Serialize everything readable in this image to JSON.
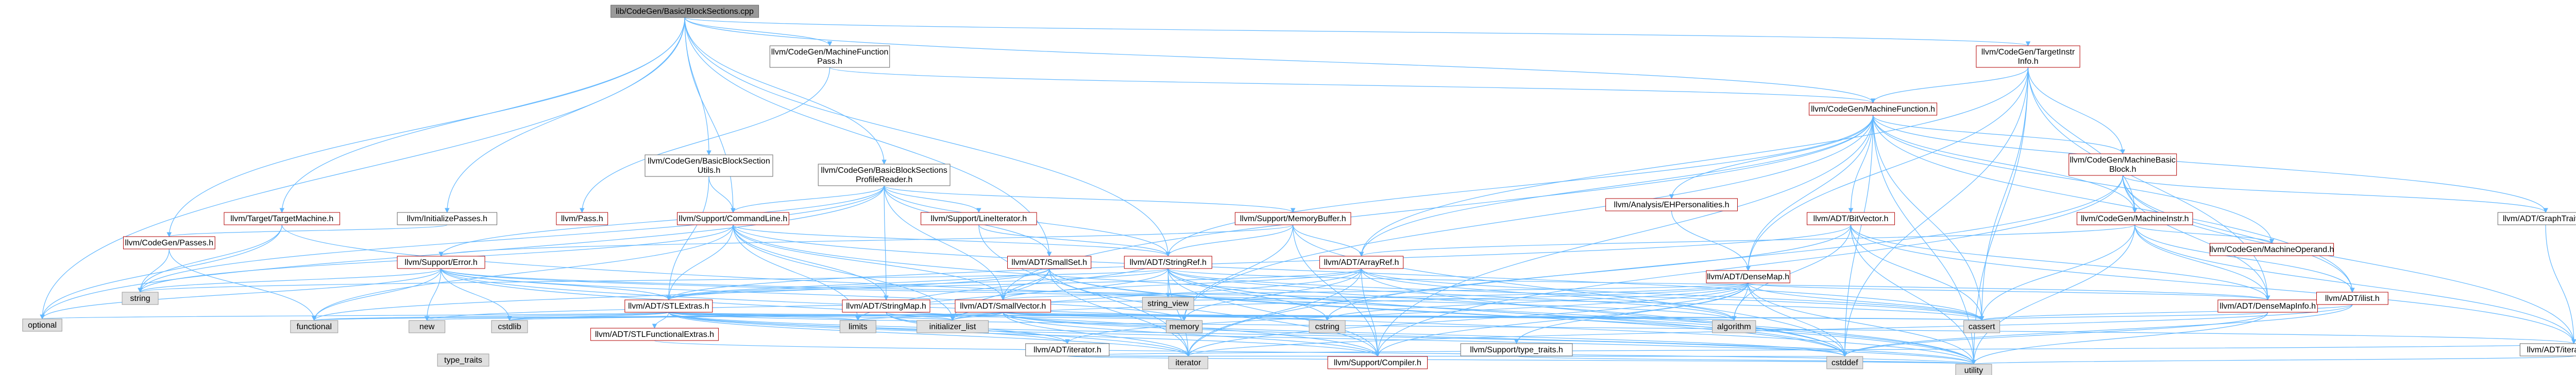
{
  "colors": {
    "root_fill": "#999999",
    "root_border": "#666666",
    "internal_border": "#b20000",
    "plain_border": "#666666",
    "system_fill": "#e0e0e0",
    "system_border": "#999999",
    "edge": "#63b8ff",
    "edge_alt": "#5a9bd5"
  },
  "nodes": [
    {
      "id": "root",
      "lines": [
        "lib/CodeGen/Basic/BlockSections.cpp"
      ],
      "kind": "root"
    },
    {
      "id": "mfp",
      "lines": [
        "llvm/CodeGen/MachineFunction",
        "Pass.h"
      ],
      "kind": "plain"
    },
    {
      "id": "tli",
      "lines": [
        "llvm/CodeGen/TargetInstr",
        "Info.h"
      ],
      "kind": "internal"
    },
    {
      "id": "mf",
      "lines": [
        "llvm/CodeGen/MachineFunction.h"
      ],
      "kind": "internal"
    },
    {
      "id": "bbsu",
      "lines": [
        "llvm/CodeGen/BasicBlockSection",
        "Utils.h"
      ],
      "kind": "plain"
    },
    {
      "id": "bbspr",
      "lines": [
        "llvm/CodeGen/BasicBlockSections",
        "ProfileReader.h"
      ],
      "kind": "plain"
    },
    {
      "id": "aeh",
      "lines": [
        "llvm/Analysis/EHPersonalities.h"
      ],
      "kind": "internal"
    },
    {
      "id": "mbb",
      "lines": [
        "llvm/CodeGen/MachineBasic",
        "Block.h"
      ],
      "kind": "internal"
    },
    {
      "id": "tm",
      "lines": [
        "llvm/Target/TargetMachine.h"
      ],
      "kind": "internal"
    },
    {
      "id": "ip",
      "lines": [
        "llvm/InitializePasses.h"
      ],
      "kind": "plain"
    },
    {
      "id": "pass",
      "lines": [
        "llvm/Pass.h"
      ],
      "kind": "internal"
    },
    {
      "id": "cl",
      "lines": [
        "llvm/Support/CommandLine.h"
      ],
      "kind": "internal"
    },
    {
      "id": "li",
      "lines": [
        "llvm/Support/LineIterator.h"
      ],
      "kind": "internal"
    },
    {
      "id": "mb",
      "lines": [
        "llvm/Support/MemoryBuffer.h"
      ],
      "kind": "internal"
    },
    {
      "id": "bv",
      "lines": [
        "llvm/ADT/BitVector.h"
      ],
      "kind": "internal"
    },
    {
      "id": "mi",
      "lines": [
        "llvm/CodeGen/MachineInstr.h"
      ],
      "kind": "internal"
    },
    {
      "id": "gt",
      "lines": [
        "llvm/ADT/GraphTraits.h"
      ],
      "kind": "plain"
    },
    {
      "id": "cgp",
      "lines": [
        "llvm/CodeGen/Passes.h"
      ],
      "kind": "internal"
    },
    {
      "id": "err",
      "lines": [
        "llvm/Support/Error.h"
      ],
      "kind": "internal"
    },
    {
      "id": "sset",
      "lines": [
        "llvm/ADT/SmallSet.h"
      ],
      "kind": "internal"
    },
    {
      "id": "sref",
      "lines": [
        "llvm/ADT/StringRef.h"
      ],
      "kind": "internal"
    },
    {
      "id": "aref",
      "lines": [
        "llvm/ADT/ArrayRef.h"
      ],
      "kind": "internal"
    },
    {
      "id": "dmap",
      "lines": [
        "llvm/ADT/DenseMap.h"
      ],
      "kind": "internal"
    },
    {
      "id": "mop",
      "lines": [
        "llvm/CodeGen/MachineOperand.h"
      ],
      "kind": "internal"
    },
    {
      "id": "string",
      "lines": [
        "string"
      ],
      "kind": "system"
    },
    {
      "id": "svw",
      "lines": [
        "string_view"
      ],
      "kind": "system"
    },
    {
      "id": "ste",
      "lines": [
        "llvm/ADT/STLExtras.h"
      ],
      "kind": "internal"
    },
    {
      "id": "smap",
      "lines": [
        "llvm/ADT/StringMap.h"
      ],
      "kind": "internal"
    },
    {
      "id": "svec",
      "lines": [
        "llvm/ADT/SmallVector.h"
      ],
      "kind": "internal"
    },
    {
      "id": "dmi",
      "lines": [
        "llvm/ADT/DenseMapInfo.h"
      ],
      "kind": "internal"
    },
    {
      "id": "ilist",
      "lines": [
        "llvm/ADT/ilist.h"
      ],
      "kind": "internal"
    },
    {
      "id": "optional",
      "lines": [
        "optional"
      ],
      "kind": "system"
    },
    {
      "id": "functional",
      "lines": [
        "functional"
      ],
      "kind": "system"
    },
    {
      "id": "new",
      "lines": [
        "new"
      ],
      "kind": "system"
    },
    {
      "id": "cstdlib",
      "lines": [
        "cstdlib"
      ],
      "kind": "system"
    },
    {
      "id": "stlfe",
      "lines": [
        "llvm/ADT/STLFunctionalExtras.h"
      ],
      "kind": "internal"
    },
    {
      "id": "limits",
      "lines": [
        "limits"
      ],
      "kind": "system"
    },
    {
      "id": "initl",
      "lines": [
        "initializer_list"
      ],
      "kind": "system"
    },
    {
      "id": "memory",
      "lines": [
        "memory"
      ],
      "kind": "system"
    },
    {
      "id": "adtit",
      "lines": [
        "llvm/ADT/iterator.h"
      ],
      "kind": "plain"
    },
    {
      "id": "cstring",
      "lines": [
        "cstring"
      ],
      "kind": "system"
    },
    {
      "id": "stt",
      "lines": [
        "llvm/Support/type_traits.h"
      ],
      "kind": "plain"
    },
    {
      "id": "algo",
      "lines": [
        "algorithm"
      ],
      "kind": "system"
    },
    {
      "id": "cassert",
      "lines": [
        "cassert"
      ],
      "kind": "system"
    },
    {
      "id": "itr",
      "lines": [
        "llvm/ADT/iterator_range.h"
      ],
      "kind": "plain"
    },
    {
      "id": "typet",
      "lines": [
        "type_traits"
      ],
      "kind": "system"
    },
    {
      "id": "iterator",
      "lines": [
        "iterator"
      ],
      "kind": "system"
    },
    {
      "id": "compiler",
      "lines": [
        "llvm/Support/Compiler.h"
      ],
      "kind": "internal"
    },
    {
      "id": "cstddef",
      "lines": [
        "cstddef"
      ],
      "kind": "system"
    },
    {
      "id": "utility",
      "lines": [
        "utility"
      ],
      "kind": "system"
    }
  ],
  "edges": [
    [
      "root",
      "mfp"
    ],
    [
      "root",
      "tli"
    ],
    [
      "root",
      "mf"
    ],
    [
      "root",
      "bbsu"
    ],
    [
      "root",
      "bbspr"
    ],
    [
      "root",
      "tm"
    ],
    [
      "root",
      "ip"
    ],
    [
      "root",
      "cgp"
    ],
    [
      "root",
      "sref"
    ],
    [
      "root",
      "sset"
    ],
    [
      "root",
      "optional"
    ],
    [
      "root",
      "cl"
    ],
    [
      "mfp",
      "mf"
    ],
    [
      "mfp",
      "pass"
    ],
    [
      "tli",
      "mf"
    ],
    [
      "tli",
      "mbb"
    ],
    [
      "tli",
      "mi"
    ],
    [
      "tli",
      "aref"
    ],
    [
      "tli",
      "dmap"
    ],
    [
      "tli",
      "dmi"
    ],
    [
      "tli",
      "cassert"
    ],
    [
      "tli",
      "cstddef"
    ],
    [
      "tli",
      "utility"
    ],
    [
      "mf",
      "aeh"
    ],
    [
      "mf",
      "mbb"
    ],
    [
      "mf",
      "bv"
    ],
    [
      "mf",
      "gt"
    ],
    [
      "mf",
      "mi"
    ],
    [
      "mf",
      "mop"
    ],
    [
      "mf",
      "aref"
    ],
    [
      "mf",
      "dmap"
    ],
    [
      "mf",
      "ilist"
    ],
    [
      "mf",
      "svec"
    ],
    [
      "mf",
      "sref"
    ],
    [
      "mf",
      "compiler"
    ],
    [
      "mf",
      "cassert"
    ],
    [
      "mf",
      "memory"
    ],
    [
      "mf",
      "cstdint"
    ],
    [
      "mf",
      "utility"
    ],
    [
      "mf",
      "cstddef"
    ],
    [
      "bbsu",
      "cl"
    ],
    [
      "bbsu",
      "ste"
    ],
    [
      "bbspr",
      "cl"
    ],
    [
      "bbspr",
      "li"
    ],
    [
      "bbspr",
      "mb"
    ],
    [
      "bbspr",
      "err"
    ],
    [
      "bbspr",
      "sref"
    ],
    [
      "bbspr",
      "smap"
    ],
    [
      "bbspr",
      "svec"
    ],
    [
      "bbspr",
      "sset"
    ],
    [
      "bbspr",
      "optional"
    ],
    [
      "bbspr",
      "string"
    ],
    [
      "aeh",
      "dmap"
    ],
    [
      "mbb",
      "mi"
    ],
    [
      "mbb",
      "gt"
    ],
    [
      "mbb",
      "dmi"
    ],
    [
      "mbb",
      "itr"
    ],
    [
      "mbb",
      "compiler"
    ],
    [
      "mbb",
      "ilist"
    ],
    [
      "mbb",
      "iterator"
    ],
    [
      "tm",
      "string"
    ],
    [
      "tm",
      "optional"
    ],
    [
      "tm",
      "utility"
    ],
    [
      "ip",
      "cgp"
    ],
    [
      "cl",
      "sref"
    ],
    [
      "cl",
      "ste"
    ],
    [
      "cl",
      "smap"
    ],
    [
      "cl",
      "svec"
    ],
    [
      "cl",
      "functional"
    ],
    [
      "cl",
      "string"
    ],
    [
      "cl",
      "cassert"
    ],
    [
      "cl",
      "initl"
    ],
    [
      "cl",
      "limits"
    ],
    [
      "cl",
      "cstddef"
    ],
    [
      "cl",
      "vector"
    ],
    [
      "li",
      "sref"
    ],
    [
      "li",
      "iterator"
    ],
    [
      "mb",
      "aref"
    ],
    [
      "mb",
      "sref"
    ],
    [
      "mb",
      "err"
    ],
    [
      "mb",
      "compiler"
    ],
    [
      "mb",
      "cstddef"
    ],
    [
      "mb",
      "memory"
    ],
    [
      "bv",
      "ste"
    ],
    [
      "bv",
      "dmi"
    ],
    [
      "bv",
      "itr"
    ],
    [
      "bv",
      "algo"
    ],
    [
      "bv",
      "cassert"
    ],
    [
      "bv",
      "cstring"
    ],
    [
      "bv",
      "utility"
    ],
    [
      "mi",
      "dmi"
    ],
    [
      "mi",
      "ilist"
    ],
    [
      "mi",
      "aref"
    ],
    [
      "mi",
      "mop"
    ],
    [
      "mi",
      "itr"
    ],
    [
      "mi",
      "cassert"
    ],
    [
      "mi",
      "utility"
    ],
    [
      "mi",
      "cstdint"
    ],
    [
      "mi",
      "vector"
    ],
    [
      "gt",
      "itr"
    ],
    [
      "cgp",
      "string"
    ],
    [
      "cgp",
      "functional"
    ],
    [
      "err",
      "ste"
    ],
    [
      "err",
      "compiler"
    ],
    [
      "err",
      "algo"
    ],
    [
      "err",
      "cassert"
    ],
    [
      "err",
      "cstdint"
    ],
    [
      "err",
      "cstdlib"
    ],
    [
      "err",
      "functional"
    ],
    [
      "err",
      "memory"
    ],
    [
      "err",
      "new"
    ],
    [
      "err",
      "optional"
    ],
    [
      "err",
      "string"
    ],
    [
      "err",
      "system_error"
    ],
    [
      "err",
      "type_traits"
    ],
    [
      "err",
      "utility"
    ],
    [
      "err",
      "vector"
    ],
    [
      "sset",
      "ste"
    ],
    [
      "sset",
      "svec"
    ],
    [
      "sset",
      "compiler"
    ],
    [
      "sset",
      "iterator"
    ],
    [
      "sset",
      "cstddef"
    ],
    [
      "sset",
      "functional"
    ],
    [
      "sset",
      "initl"
    ],
    [
      "sset",
      "type_traits"
    ],
    [
      "sset",
      "utility"
    ],
    [
      "sref",
      "ste"
    ],
    [
      "sref",
      "dmi"
    ],
    [
      "sref",
      "iterator"
    ],
    [
      "sref",
      "compiler"
    ],
    [
      "sref",
      "algo"
    ],
    [
      "sref",
      "cassert"
    ],
    [
      "sref",
      "cstddef"
    ],
    [
      "sref",
      "cstring"
    ],
    [
      "sref",
      "limits"
    ],
    [
      "sref",
      "string"
    ],
    [
      "sref",
      "svw"
    ],
    [
      "sref",
      "type_traits"
    ],
    [
      "sref",
      "utility"
    ],
    [
      "aref",
      "ste"
    ],
    [
      "aref",
      "svec"
    ],
    [
      "aref",
      "compiler"
    ],
    [
      "aref",
      "algo"
    ],
    [
      "aref",
      "cassert"
    ],
    [
      "aref",
      "cstddef"
    ],
    [
      "aref",
      "initl"
    ],
    [
      "aref",
      "iterator"
    ],
    [
      "aref",
      "memory"
    ],
    [
      "aref",
      "type_traits"
    ],
    [
      "aref",
      "vector"
    ],
    [
      "dmap",
      "dmi"
    ],
    [
      "dmap",
      "adtit"
    ],
    [
      "dmap",
      "svec"
    ],
    [
      "dmap",
      "stt"
    ],
    [
      "dmap",
      "compiler"
    ],
    [
      "dmap",
      "algo"
    ],
    [
      "dmap",
      "cassert"
    ],
    [
      "dmap",
      "cstddef"
    ],
    [
      "dmap",
      "cstring"
    ],
    [
      "dmap",
      "initl"
    ],
    [
      "dmap",
      "iterator"
    ],
    [
      "dmap",
      "new"
    ],
    [
      "dmap",
      "type_traits"
    ],
    [
      "dmap",
      "utility"
    ],
    [
      "ste",
      "stlfe"
    ],
    [
      "ste",
      "adtit"
    ],
    [
      "ste",
      "itr"
    ],
    [
      "ste",
      "compiler"
    ],
    [
      "ste",
      "algo"
    ],
    [
      "ste",
      "cassert"
    ],
    [
      "ste",
      "cstddef"
    ],
    [
      "ste",
      "cstdint"
    ],
    [
      "ste",
      "cstdlib"
    ],
    [
      "ste",
      "functional"
    ],
    [
      "ste",
      "initl"
    ],
    [
      "ste",
      "iterator"
    ],
    [
      "ste",
      "limits"
    ],
    [
      "ste",
      "memory"
    ],
    [
      "ste",
      "optional"
    ],
    [
      "ste",
      "tuple"
    ],
    [
      "ste",
      "type_traits"
    ],
    [
      "ste",
      "utility"
    ],
    [
      "smap",
      "sref"
    ],
    [
      "smap",
      "adtit"
    ],
    [
      "smap",
      "initl"
    ],
    [
      "smap",
      "iterator"
    ],
    [
      "svec",
      "compiler"
    ],
    [
      "svec",
      "algo"
    ],
    [
      "svec",
      "cassert"
    ],
    [
      "svec",
      "cstddef"
    ],
    [
      "svec",
      "cstdlib"
    ],
    [
      "svec",
      "cstring"
    ],
    [
      "svec",
      "functional"
    ],
    [
      "svec",
      "initl"
    ],
    [
      "svec",
      "iterator"
    ],
    [
      "svec",
      "limits"
    ],
    [
      "svec",
      "memory"
    ],
    [
      "svec",
      "new"
    ],
    [
      "svec",
      "type_traits"
    ],
    [
      "svec",
      "utility"
    ],
    [
      "dmi",
      "cassert"
    ],
    [
      "dmi",
      "cstddef"
    ],
    [
      "dmi",
      "cstdint"
    ],
    [
      "dmi",
      "tuple"
    ],
    [
      "dmi",
      "type_traits"
    ],
    [
      "dmi",
      "utility"
    ],
    [
      "ilist",
      "iterator"
    ],
    [
      "ilist",
      "cassert"
    ],
    [
      "ilist",
      "cstddef"
    ],
    [
      "ilist",
      "type_traits"
    ],
    [
      "stlfe",
      "type_traits"
    ],
    [
      "stlfe",
      "utility"
    ],
    [
      "stlfe",
      "cstdint"
    ],
    [
      "adtit",
      "itr"
    ],
    [
      "adtit",
      "cstddef"
    ],
    [
      "adtit",
      "iterator"
    ],
    [
      "adtit",
      "type_traits"
    ],
    [
      "adtit",
      "utility"
    ],
    [
      "stt",
      "type_traits"
    ],
    [
      "stt",
      "utility"
    ],
    [
      "itr",
      "utility"
    ]
  ]
}
